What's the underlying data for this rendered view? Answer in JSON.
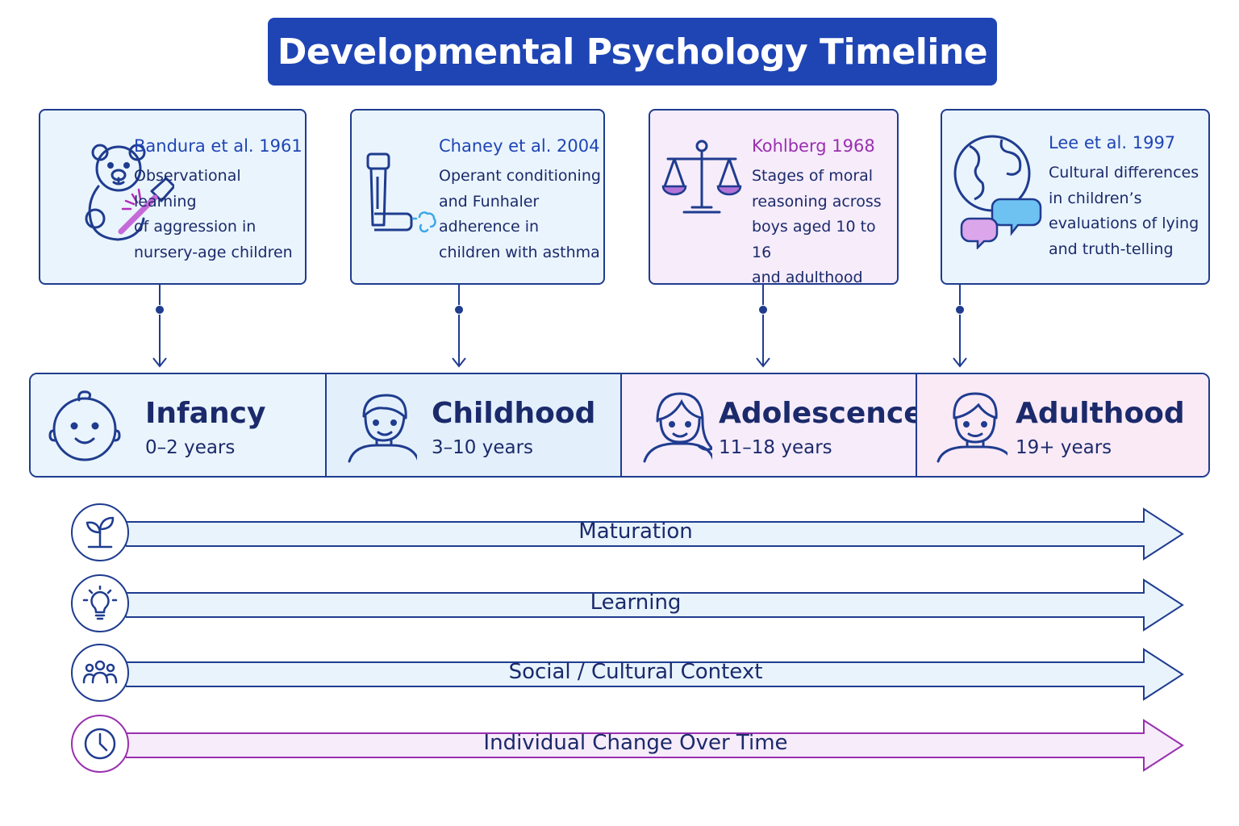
{
  "title": "Developmental Psychology Timeline",
  "studies": [
    {
      "reference": "Bandura et al. 1961",
      "description": [
        "Observational learning",
        "of aggression in",
        "nursery-age children"
      ],
      "icon": "teddy-bear-hammer-icon"
    },
    {
      "reference": "Chaney et al. 2004",
      "description": [
        "Operant conditioning",
        "and Funhaler",
        "adherence in",
        "children with asthma"
      ],
      "icon": "inhaler-icon"
    },
    {
      "reference": "Kohlberg 1968",
      "description": [
        "Stages of moral",
        "reasoning across",
        "boys aged 10 to 16",
        "and adulthood"
      ],
      "icon": "scales-icon"
    },
    {
      "reference": "Lee et al. 1997",
      "description": [
        "Cultural differences",
        "in children’s",
        "evaluations of lying",
        "and truth-telling"
      ],
      "icon": "globe-speech-icon"
    }
  ],
  "stages": [
    {
      "name": "Infancy",
      "range": "0–2 years",
      "icon": "baby-face-icon"
    },
    {
      "name": "Childhood",
      "range": "3–10 years",
      "icon": "child-face-icon"
    },
    {
      "name": "Adolescence",
      "range": "11–18 years",
      "icon": "teen-face-icon"
    },
    {
      "name": "Adulthood",
      "range": "19+ years",
      "icon": "adult-face-icon"
    }
  ],
  "tracks": [
    {
      "label": "Maturation",
      "icon": "sprout-icon"
    },
    {
      "label": "Learning",
      "icon": "lightbulb-icon"
    },
    {
      "label": "Social / Cultural Context",
      "icon": "people-group-icon"
    },
    {
      "label": "Individual Change Over Time",
      "icon": "clock-icon"
    }
  ],
  "colors": {
    "title_background": "#1f45b5",
    "navy": "#1b2a6b",
    "border": "#1f3c8f",
    "accent_blue": "#1f45b5",
    "accent_purple": "#9a2fb0",
    "light_blue": "#eaf4fc",
    "light_purple": "#f6ecfa"
  }
}
